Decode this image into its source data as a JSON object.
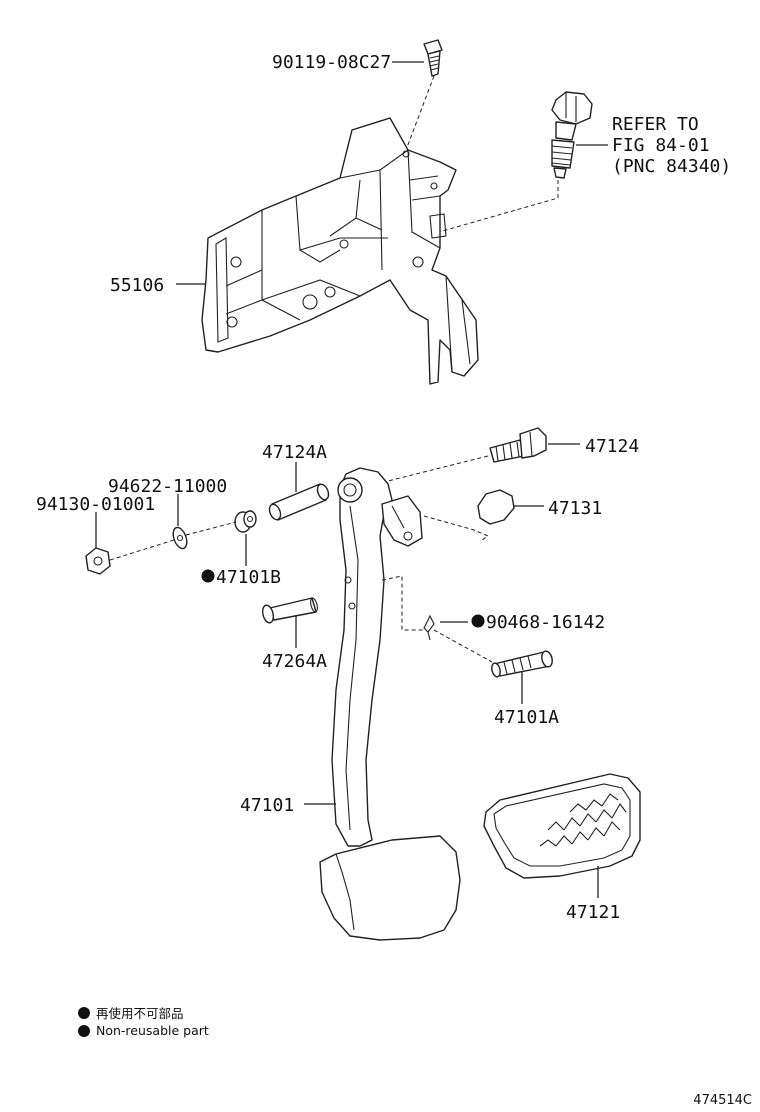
{
  "labels": {
    "p90119": "90119-08C27",
    "refer_line1": "REFER TO",
    "refer_line2": "FIG 84-01",
    "refer_line3": "(PNC 84340)",
    "p55106": "55106",
    "p47124A": "47124A",
    "p47124": "47124",
    "p94622": "94622-11000",
    "p94130": "94130-01001",
    "p47131": "47131",
    "p47101B": "47101B",
    "p90468": "90468-16142",
    "p47264A": "47264A",
    "p47101A": "47101A",
    "p47101": "47101",
    "p47121": "47121"
  },
  "legend": {
    "line1": "再使用不可部品",
    "line2": "Non-reusable part"
  },
  "figure_id": "474514C",
  "colors": {
    "line": "#222222",
    "background": "#ffffff"
  }
}
